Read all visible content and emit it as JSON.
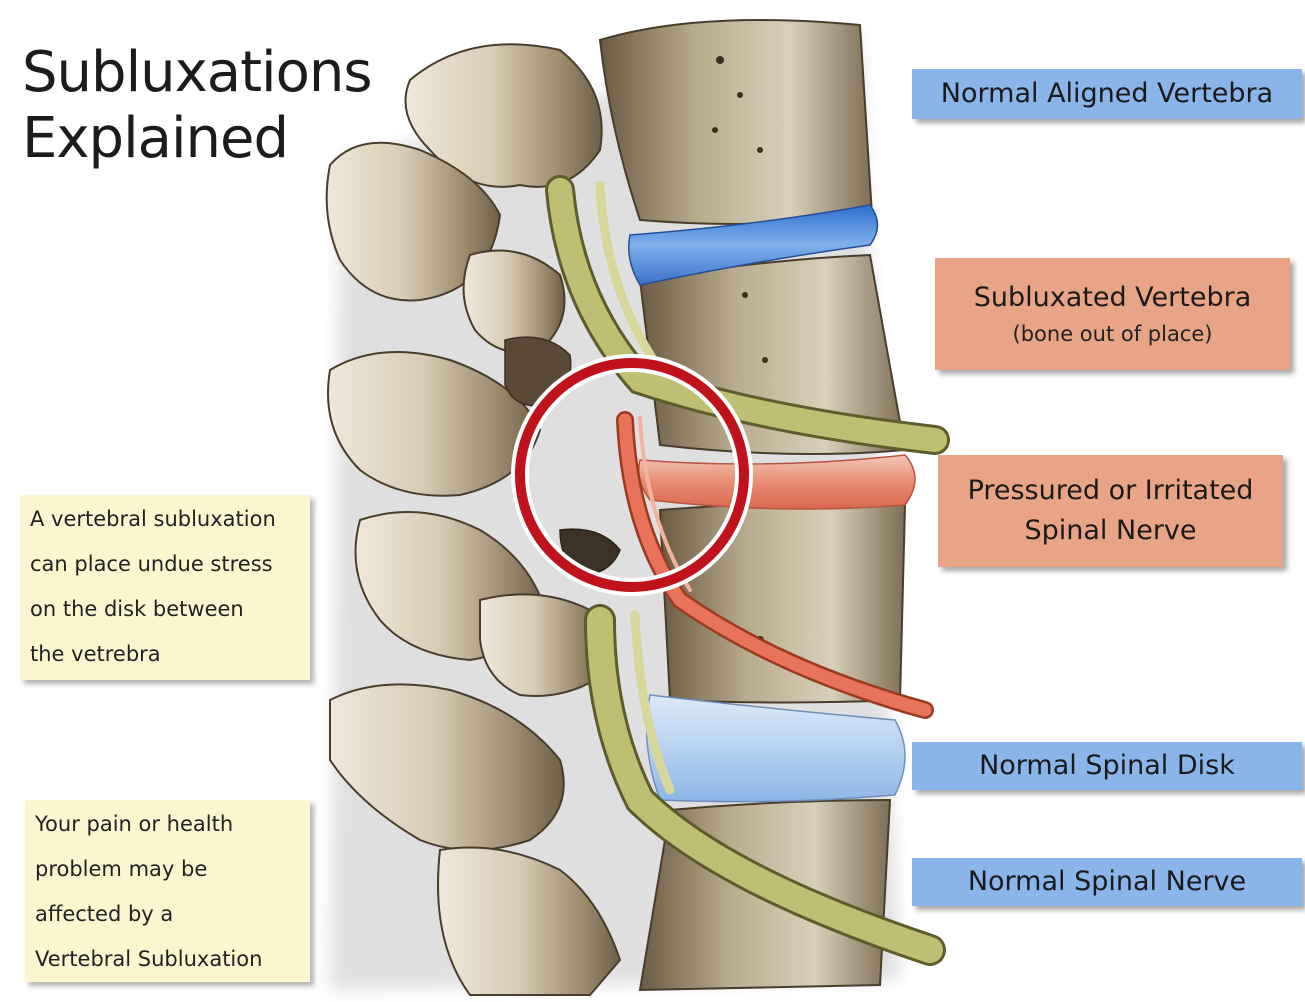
{
  "title": {
    "line1": "Subluxations",
    "line2": "Explained"
  },
  "labels": {
    "normal_aligned_vertebra": "Normal Aligned Vertebra",
    "subluxated_vertebra": "Subluxated Vertebra",
    "subluxated_vertebra_sub": "(bone out of place)",
    "pressured_nerve_line1": "Pressured or Irritated",
    "pressured_nerve_line2": "Spinal Nerve",
    "normal_spinal_disk": "Normal Spinal Disk",
    "normal_spinal_nerve": "Normal Spinal Nerve"
  },
  "notes": {
    "stress": [
      "A vertebral subluxation",
      "can place undue stress",
      "on the disk between",
      "the vetrebra"
    ],
    "pain": [
      "Your pain or health",
      "problem may be",
      "affected by a",
      "Vertebral Subluxation"
    ]
  },
  "colors": {
    "label_blue": "#8bb4ea",
    "label_salmon": "#e9a487",
    "note_yellow": "#fbf6cf",
    "highlight_circle": "#c0121b",
    "bone": "#d8cdb8",
    "disk_normal": "#b9d4f2",
    "disk_blue": "#4f86d6",
    "nerve_normal": "#b8b86a",
    "nerve_irritated": "#e0603a"
  }
}
